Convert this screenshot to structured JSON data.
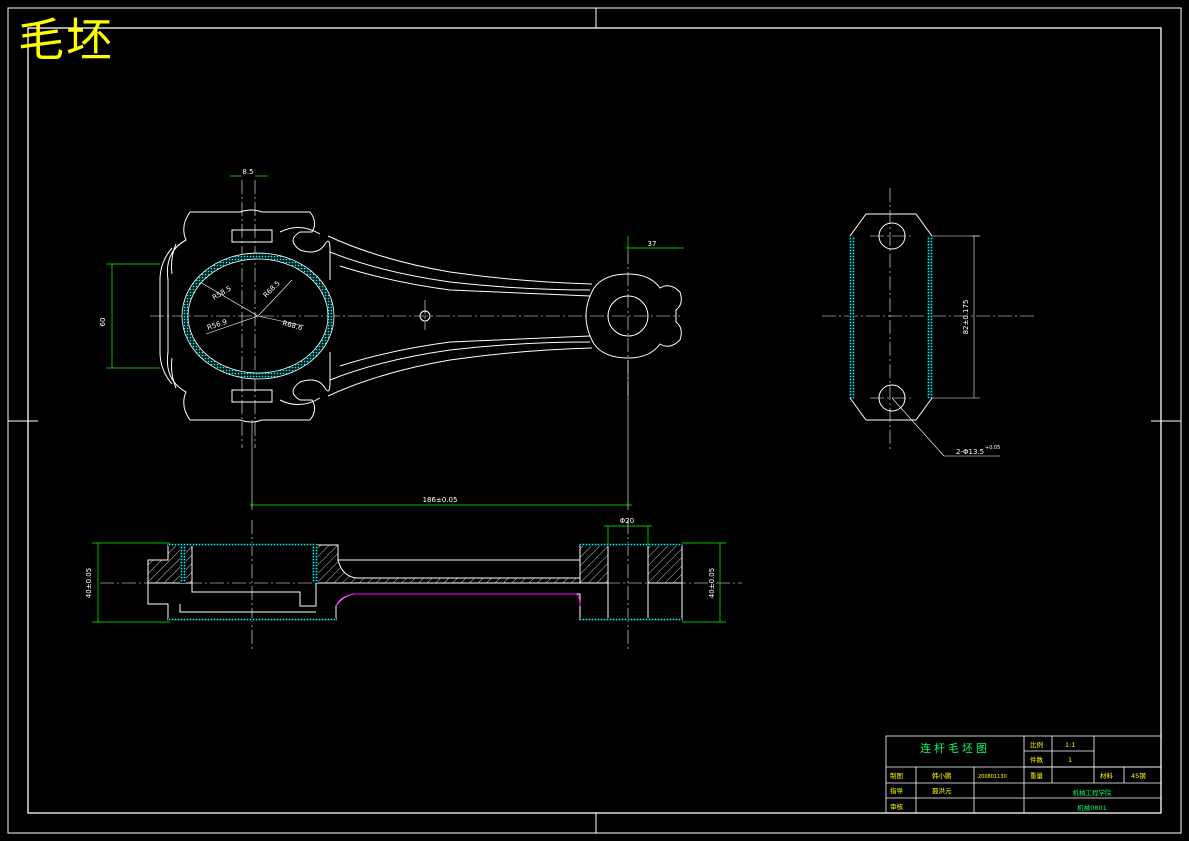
{
  "sheet_title": "毛坯",
  "dimensions": {
    "d_8_5": "8.5",
    "d_37": "37",
    "d_phi": "Φ20",
    "d_r_a": "R58.5",
    "d_r_b": "R68.5",
    "d_r_c": "R56.9",
    "d_r_d": "R68.6",
    "d_left": "60",
    "d_right_v": "82±0.175",
    "d_len": "186±0.05",
    "d_hole": "2-Φ13.5",
    "d_hole_tol": "+0.05",
    "d_sec_left": "40±0.05",
    "d_sec_right": "40±0.05"
  },
  "title_block": {
    "title": "连杆毛坯图",
    "scale_label": "比例",
    "scale_value": "1:1",
    "qty_label": "件数",
    "qty_value": "1",
    "weight_label": "重量",
    "material_label": "材料",
    "material_value": "45钢",
    "drawn_label": "制图",
    "drawn_name": "韩小鹏",
    "drawn_id": "200801130",
    "guide_label": "指导",
    "guide_name": "聂洪元",
    "review_label": "审核",
    "school": "机械工程学院",
    "drawing_no": "机械0801"
  },
  "colors": {
    "background": "#000000",
    "outline": "#ffffff",
    "dimension": "#00ff00",
    "allowance": "#00ffff",
    "highlight": "#ff00ff",
    "title_text": "#ffff00"
  }
}
